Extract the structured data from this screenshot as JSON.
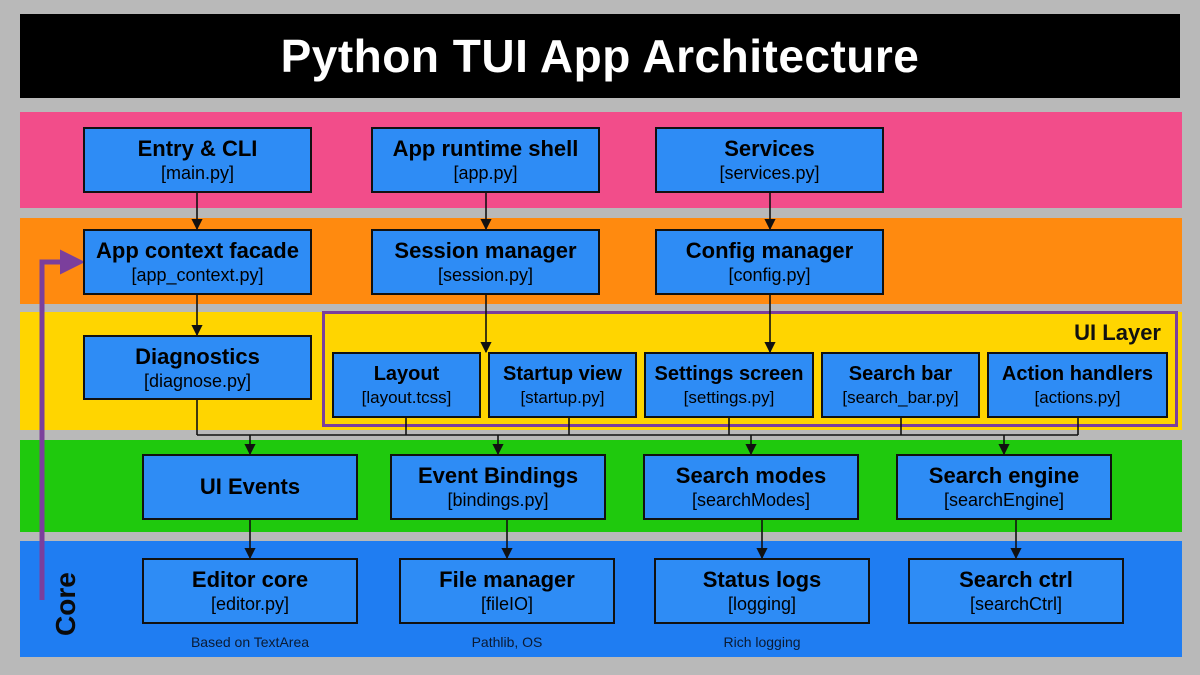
{
  "title": "Python TUI App Architecture",
  "ui_layer_label": "UI Layer",
  "core_label": "Core",
  "nodes": {
    "entry": {
      "title": "Entry & CLI",
      "file": "[main.py]"
    },
    "app": {
      "title": "App runtime shell",
      "file": "[app.py]"
    },
    "services": {
      "title": "Services",
      "file": "[services.py]"
    },
    "app_context": {
      "title": "App context facade",
      "file": "[app_context.py]"
    },
    "session": {
      "title": "Session manager",
      "file": "[session.py]"
    },
    "config": {
      "title": "Config manager",
      "file": "[config.py]"
    },
    "diagnostics": {
      "title": "Diagnostics",
      "file": "[diagnose.py]"
    },
    "layout": {
      "title": "Layout",
      "file": "[layout.tcss]"
    },
    "startup": {
      "title": "Startup view",
      "file": "[startup.py]"
    },
    "settings": {
      "title": "Settings screen",
      "file": "[settings.py]"
    },
    "search_bar": {
      "title": "Search bar",
      "file": "[search_bar.py]"
    },
    "actions": {
      "title": "Action handlers",
      "file": "[actions.py]"
    },
    "ui_events": {
      "title": "UI Events"
    },
    "bindings": {
      "title": "Event Bindings",
      "file": "[bindings.py]"
    },
    "search_modes": {
      "title": "Search modes",
      "file": "[searchModes]"
    },
    "search_engine": {
      "title": "Search engine",
      "file": "[searchEngine]"
    },
    "editor": {
      "title": "Editor core",
      "file": "[editor.py]"
    },
    "file_manager": {
      "title": "File manager",
      "file": "[fileIO]"
    },
    "status_logs": {
      "title": "Status logs",
      "file": "[logging]"
    },
    "search_ctrl": {
      "title": "Search ctrl",
      "file": "[searchCtrl]"
    }
  },
  "captions": {
    "editor": "Based on TextArea",
    "file_manager": "Pathlib, OS",
    "status_logs": "Rich logging"
  },
  "colors": {
    "pink_band": "#f24d8a",
    "orange_band": "#ff8a0f",
    "yellow_band": "#ffd500",
    "green_band": "#1fc90d",
    "blue_band": "#1f7df2",
    "node_fill": "#2e8cf5",
    "ui_layer_border": "#7b3f9c",
    "feedback_arrow": "#7b3f9c"
  }
}
